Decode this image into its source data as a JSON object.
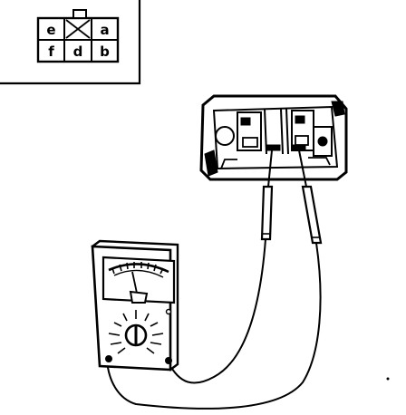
{
  "connector_pins": {
    "row1": [
      "e",
      "",
      "a"
    ],
    "row2": [
      "f",
      "d",
      "b"
    ],
    "blank_pin_mark": "x-mark"
  },
  "components": {
    "connector_view": "connector-face-inset",
    "device": "switch-unit",
    "meter": "analog-multimeter",
    "probes": [
      "probe-left",
      "probe-right"
    ]
  },
  "colors": {
    "line": "#000000",
    "background": "#ffffff"
  }
}
